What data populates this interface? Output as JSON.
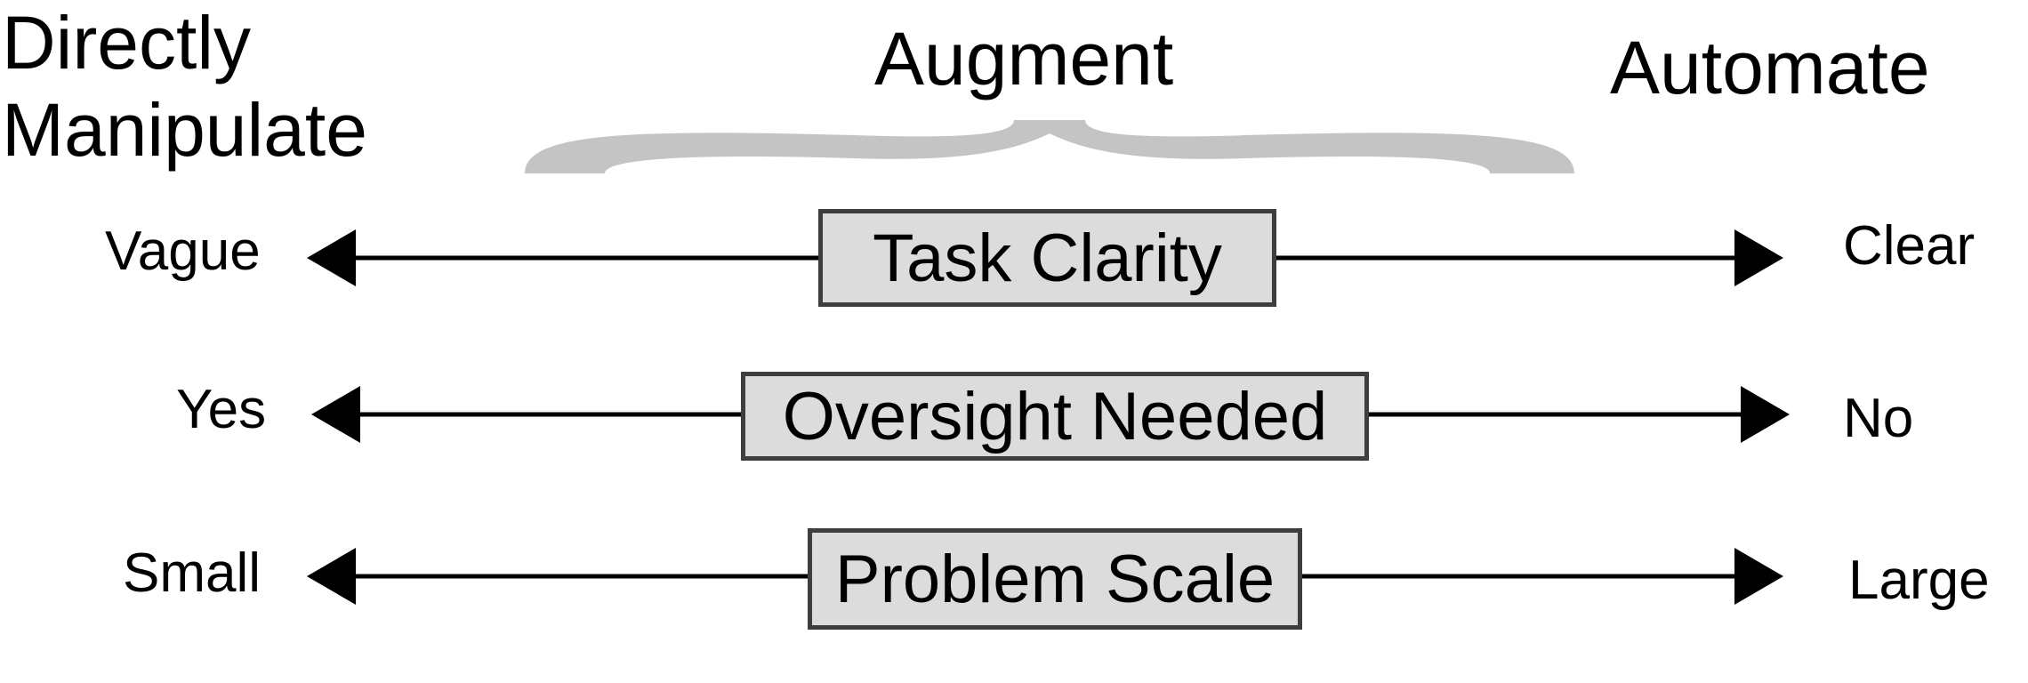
{
  "headings": {
    "left_line1": "Directly",
    "left_line2": "Manipulate",
    "center": "Augment",
    "right": "Automate"
  },
  "axes": [
    {
      "name": "Task Clarity",
      "left": "Vague",
      "right": "Clear"
    },
    {
      "name": "Oversight Needed",
      "left": "Yes",
      "right": "No"
    },
    {
      "name": "Problem Scale",
      "left": "Small",
      "right": "Large"
    }
  ],
  "colors": {
    "box_fill": "#dcdcdc",
    "box_border": "#3e3e3e",
    "brace": "#c4c4c4",
    "arrow": "#000000"
  }
}
